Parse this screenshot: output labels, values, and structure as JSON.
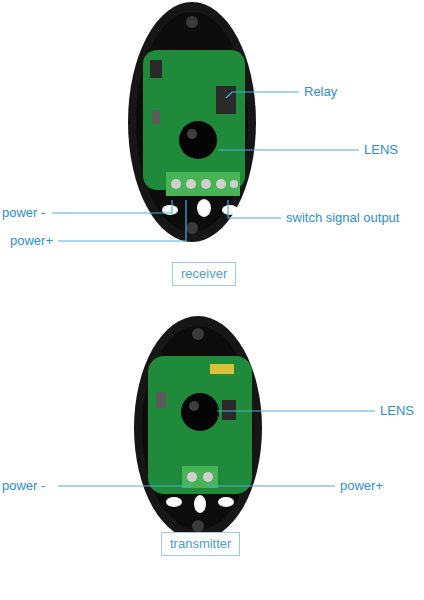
{
  "diagram": {
    "nodes": [
      {
        "text": [
          "receiver"
        ]
      },
      {
        "text": [
          "transmitter"
        ]
      }
    ],
    "labels": [
      "Relay",
      "LENS",
      "power -",
      "switch signal output",
      "power+",
      "LENS",
      "power -",
      "power+"
    ]
  }
}
